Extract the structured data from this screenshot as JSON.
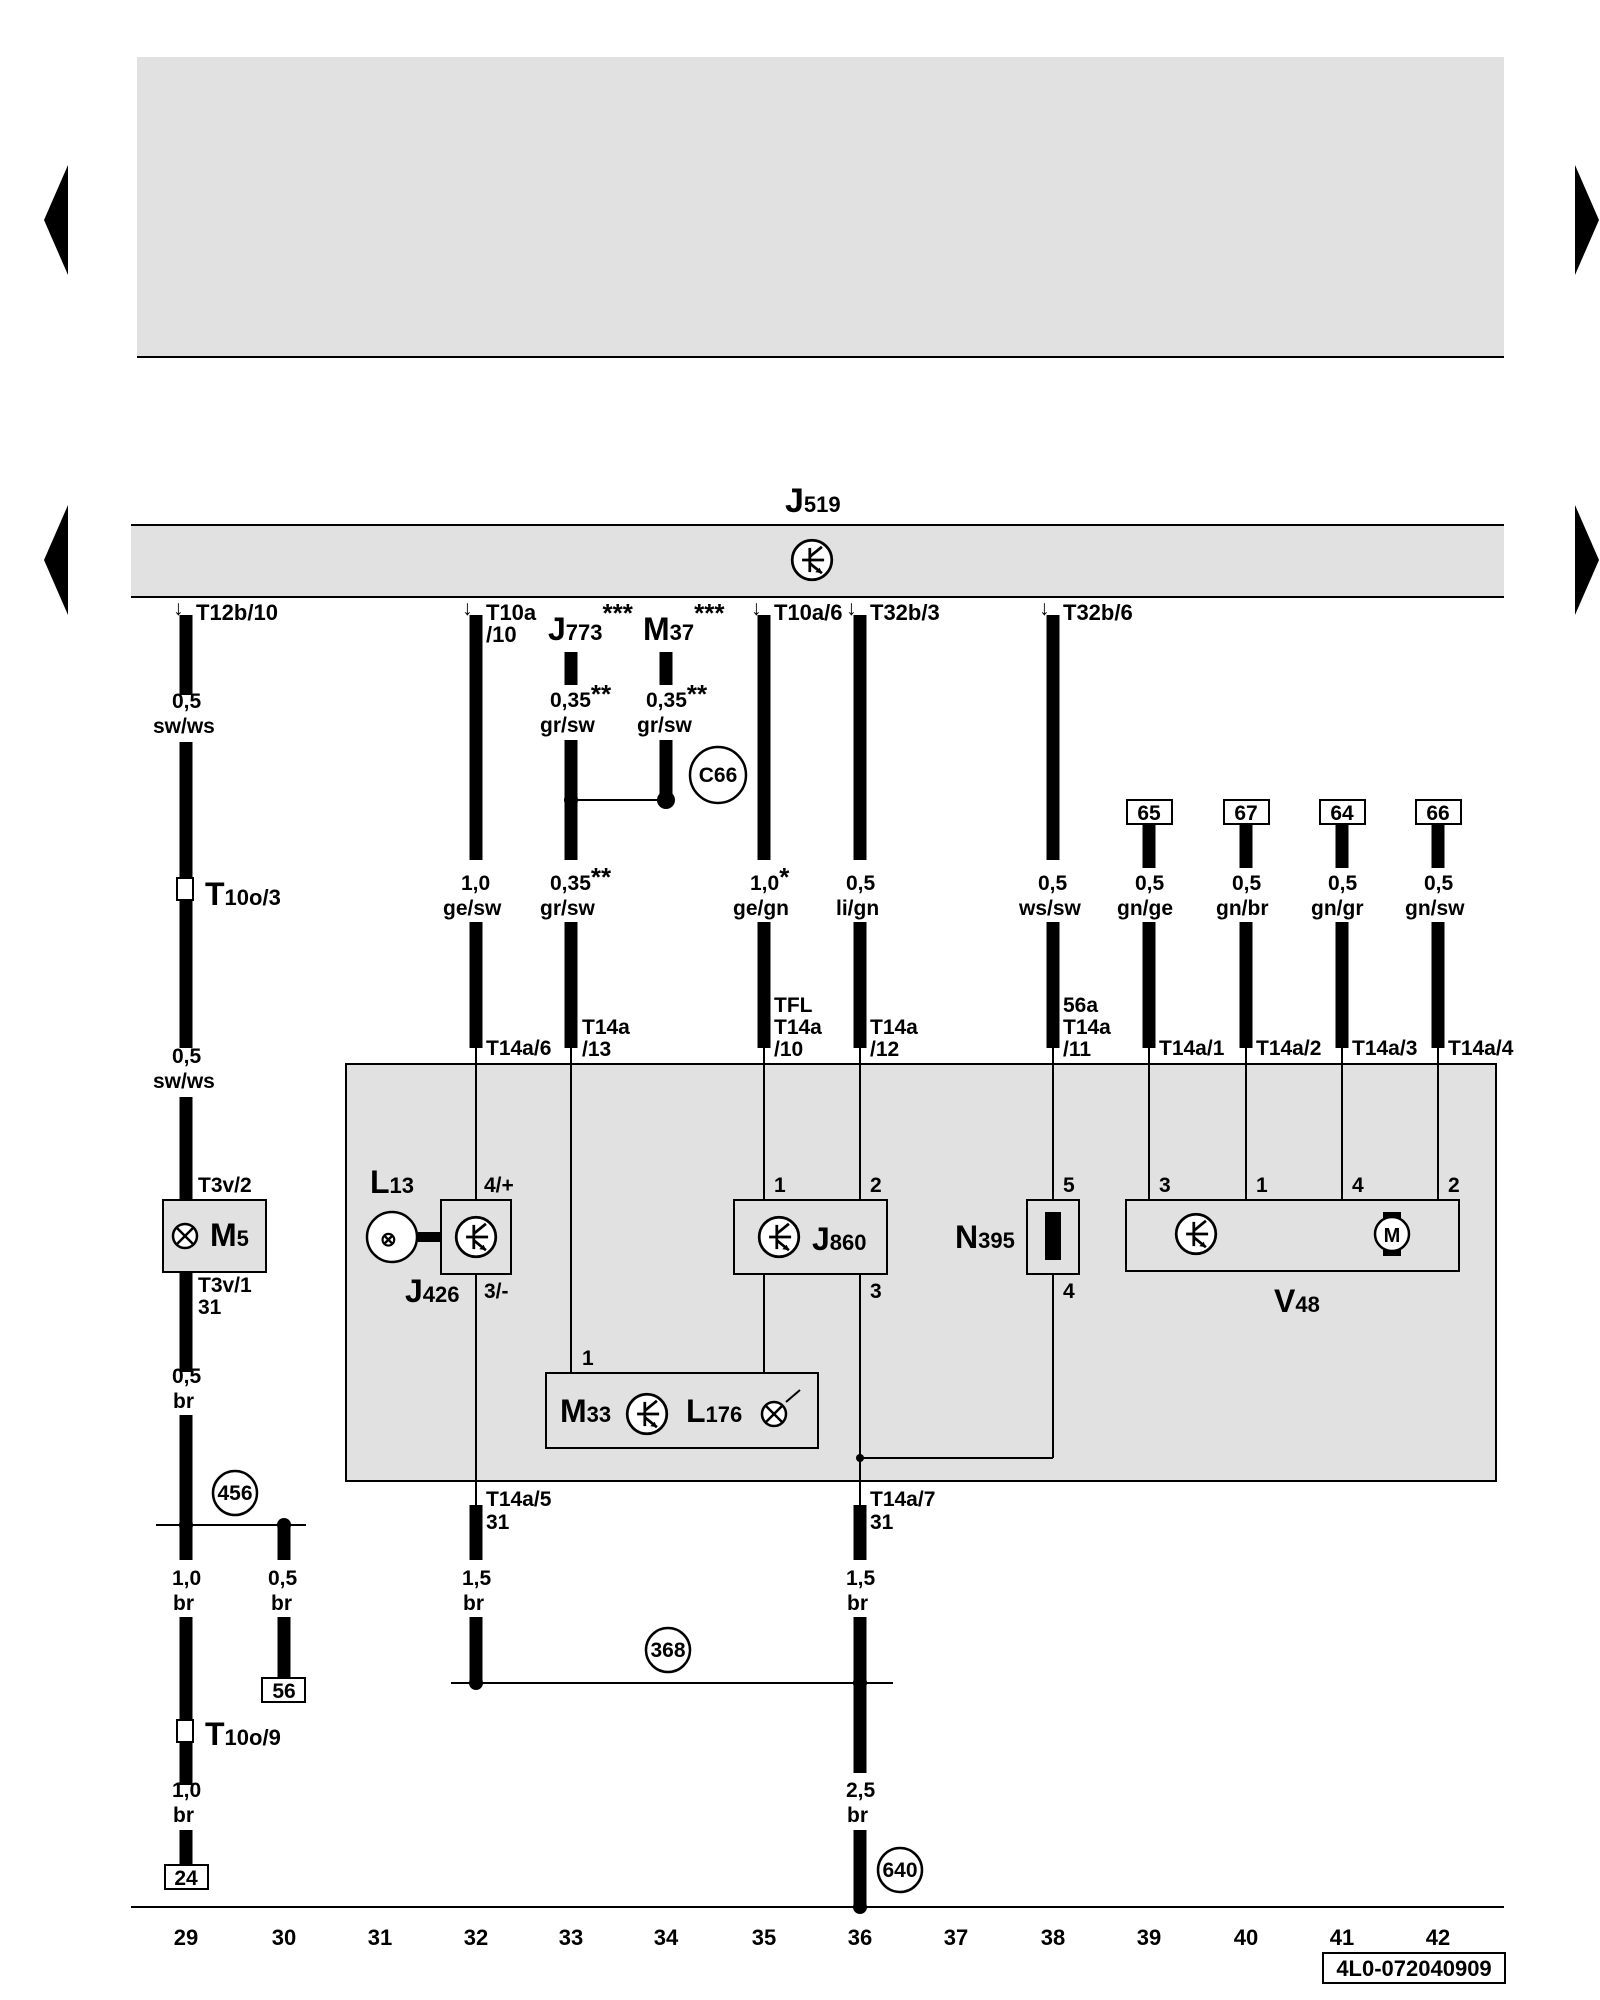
{
  "components": {
    "j519": {
      "label": "J",
      "sub": "519"
    },
    "j773": {
      "label": "J",
      "sub": "773",
      "sup": "***"
    },
    "m37": {
      "label": "M",
      "sub": "37",
      "sup": "***"
    },
    "l13": {
      "label": "L",
      "sub": "13"
    },
    "j426": {
      "label": "J",
      "sub": "426"
    },
    "m5": {
      "label": "M",
      "sub": "5"
    },
    "j860": {
      "label": "J",
      "sub": "860"
    },
    "n395": {
      "label": "N",
      "sub": "395"
    },
    "v48": {
      "label": "V",
      "sub": "48"
    },
    "m33": {
      "label": "M",
      "sub": "33"
    },
    "l176": {
      "label": "L",
      "sub": "176"
    }
  },
  "connectors": {
    "t12b10": "T12b/10",
    "t10a10_a": "T10a",
    "t10a10_b": "/10",
    "t10a6": "T10a/6",
    "t32b3": "T32b/3",
    "t32b6": "T32b/6",
    "t10o3": {
      "main": "T",
      "sub": "10o/3"
    },
    "t10o9": {
      "main": "T",
      "sub": "10o/9"
    },
    "t3v2": "T3v/2",
    "t3v1": "T3v/1",
    "t3v1_31": "31",
    "t14a6": "T14a/6",
    "t14a13_a": "T14a",
    "t14a13_b": "/13",
    "tfl": "TFL",
    "t14a10_a": "T14a",
    "t14a10_b": "/10",
    "t14a12_a": "T14a",
    "t14a12_b": "/12",
    "s56a": "56a",
    "t14a11_a": "T14a",
    "t14a11_b": "/11",
    "t14a1": "T14a/1",
    "t14a2": "T14a/2",
    "t14a3": "T14a/3",
    "t14a4": "T14a/4",
    "t14a5": "T14a/5",
    "t14a5_31": "31",
    "t14a7": "T14a/7",
    "t14a7_31": "31"
  },
  "wires": {
    "w29a": {
      "size": "0,5",
      "color": "sw/ws"
    },
    "w29b": {
      "size": "0,5",
      "color": "sw/ws"
    },
    "w29c": {
      "size": "0,5",
      "color": "br"
    },
    "w29d": {
      "size": "1,0",
      "color": "br"
    },
    "w29e": {
      "size": "1,0",
      "color": "br"
    },
    "w30": {
      "size": "0,5",
      "color": "br"
    },
    "w32a": {
      "size": "1,0",
      "color": "ge/sw"
    },
    "w32b": {
      "size": "1,5",
      "color": "br"
    },
    "w33a": {
      "size": "0,35",
      "color": "gr/sw",
      "sup": "**"
    },
    "w33b": {
      "size": "0,35",
      "color": "gr/sw",
      "sup": "**"
    },
    "w34": {
      "size": "0,35",
      "color": "gr/sw",
      "sup": "**"
    },
    "w35": {
      "size": "1,0",
      "color": "ge/gn",
      "sup": "*"
    },
    "w36a": {
      "size": "0,5",
      "color": "li/gn"
    },
    "w36b": {
      "size": "1,5",
      "color": "br"
    },
    "w36c": {
      "size": "2,5",
      "color": "br"
    },
    "w38": {
      "size": "0,5",
      "color": "ws/sw"
    },
    "w39": {
      "size": "0,5",
      "color": "gn/ge"
    },
    "w40": {
      "size": "0,5",
      "color": "gn/br"
    },
    "w41": {
      "size": "0,5",
      "color": "gn/gr"
    },
    "w42": {
      "size": "0,5",
      "color": "gn/sw"
    }
  },
  "pins": {
    "j426_in": "4/+",
    "j426_out": "3/-",
    "j860_1": "1",
    "j860_2": "2",
    "j860_3": "3",
    "n395_5": "5",
    "n395_4": "4",
    "v48_3": "3",
    "v48_1": "1",
    "v48_4": "4",
    "v48_2": "2",
    "m33_1": "1"
  },
  "references": {
    "r65": "65",
    "r67": "67",
    "r64": "64",
    "r66": "66",
    "r56": "56",
    "r24": "24"
  },
  "ground_points": {
    "c66": "C66",
    "g456": "456",
    "g368": "368",
    "g640": "640"
  },
  "motor_symbol": "M",
  "column_numbers": [
    "29",
    "30",
    "31",
    "32",
    "33",
    "34",
    "35",
    "36",
    "37",
    "38",
    "39",
    "40",
    "41",
    "42"
  ],
  "document_id": "4L0-072040909"
}
